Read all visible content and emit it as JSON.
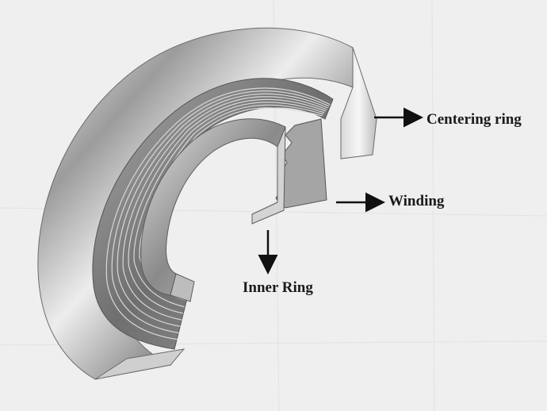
{
  "labels": {
    "centering_ring": "Centering ring",
    "winding": "Winding",
    "inner_ring": "Inner Ring"
  },
  "colors": {
    "background": "#efefef",
    "metal_light": "#f4f4f4",
    "metal_mid": "#b9b9b9",
    "metal_dark": "#5c5c5c",
    "arrow": "#111111"
  },
  "winding_layers": 8
}
